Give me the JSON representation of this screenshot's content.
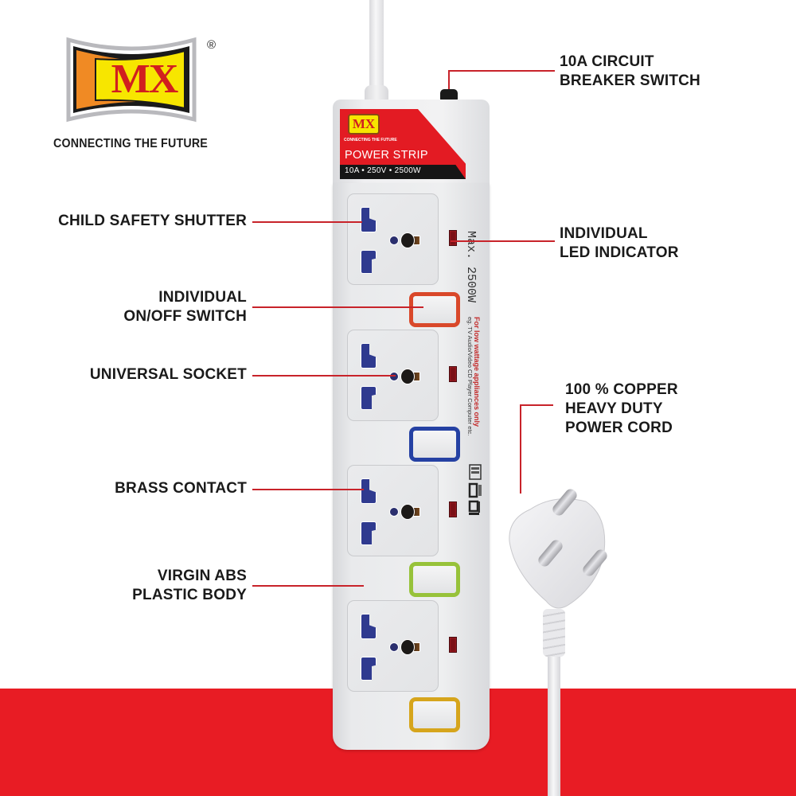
{
  "brand": {
    "logo_text": "MX",
    "registered_mark": "®",
    "tagline": "CONNECTING THE FUTURE",
    "colors": {
      "logo_red": "#d11f1f",
      "logo_yellow": "#f7e600",
      "logo_orange": "#f08a24",
      "band_red": "#e81c24"
    }
  },
  "product_badge": {
    "logo_text": "MX",
    "tagline": "CONNECTING THE FUTURE",
    "title": "POWER STRIP",
    "specs": "10A • 250V • 2500W"
  },
  "side_print": {
    "max_rating": "Max. 2500W",
    "warning": "For low wattage appliances only",
    "examples": "eg. TV Audio/Video CD Player Computer etc."
  },
  "callouts": {
    "left": [
      {
        "id": "child-safety-shutter",
        "lines": [
          "CHILD SAFETY SHUTTER"
        ]
      },
      {
        "id": "individual-switch",
        "lines": [
          "INDIVIDUAL",
          "ON/OFF SWITCH"
        ]
      },
      {
        "id": "universal-socket",
        "lines": [
          "UNIVERSAL SOCKET"
        ]
      },
      {
        "id": "brass-contact",
        "lines": [
          "BRASS CONTACT"
        ]
      },
      {
        "id": "virgin-abs",
        "lines": [
          "VIRGIN ABS",
          "PLASTIC BODY"
        ]
      }
    ],
    "right": [
      {
        "id": "circuit-breaker",
        "lines": [
          "10A CIRCUIT",
          "BREAKER SWITCH"
        ]
      },
      {
        "id": "led-indicator",
        "lines": [
          "INDIVIDUAL",
          "LED INDICATOR"
        ]
      },
      {
        "id": "copper-cord",
        "lines": [
          "100 % COPPER",
          "HEAVY DUTY",
          "POWER CORD"
        ]
      }
    ]
  },
  "strip": {
    "socket_count": 4,
    "switch_colors": [
      "#d9482a",
      "#2541a3",
      "#97c23a",
      "#d6a51c"
    ],
    "led_color": "#7a1016",
    "leader_line_color": "#c8232a"
  }
}
